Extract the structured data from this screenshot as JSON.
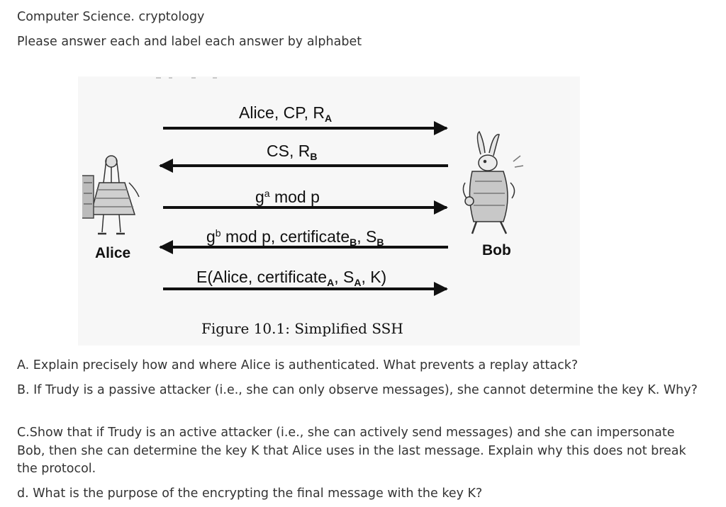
{
  "header": {
    "subject": "Computer Science. cryptology",
    "instruction": "Please answer each and label each answer by alphabet"
  },
  "figure": {
    "caption": "Figure 10.1: Simplified SSH",
    "alice_label": "Alice",
    "bob_label": "Bob",
    "messages": [
      {
        "direction": "right",
        "text": "Alice, CP, R",
        "sub": "A"
      },
      {
        "direction": "left",
        "text": "CS, R",
        "sub": "B"
      },
      {
        "direction": "right",
        "pre": "g",
        "sup": "a",
        "text": " mod p"
      },
      {
        "direction": "left",
        "pre": "g",
        "sup": "b",
        "text": " mod p, certificate",
        "sub1": "B",
        "mid": ", S",
        "sub2": "B"
      },
      {
        "direction": "right",
        "text": "E(Alice, certificate",
        "sub1": "A",
        "mid": ", S",
        "sub2": "A",
        "tail": ", K)"
      }
    ]
  },
  "questions": {
    "a": "A. Explain precisely how and where Alice is authenticated. What prevents a replay attack?",
    "b": "B. If Trudy is a passive attacker (i.e., she can only observe messages), she cannot determine the key K. Why?",
    "c": "C.Show that if Trudy is an active attacker (i.e., she can actively send messages) and she can impersonate Bob, then she can determine the key K that Alice uses in the last message. Explain why this does not break the protocol.",
    "d": "d. What is the purpose of the encrypting the final message with the key K?"
  }
}
